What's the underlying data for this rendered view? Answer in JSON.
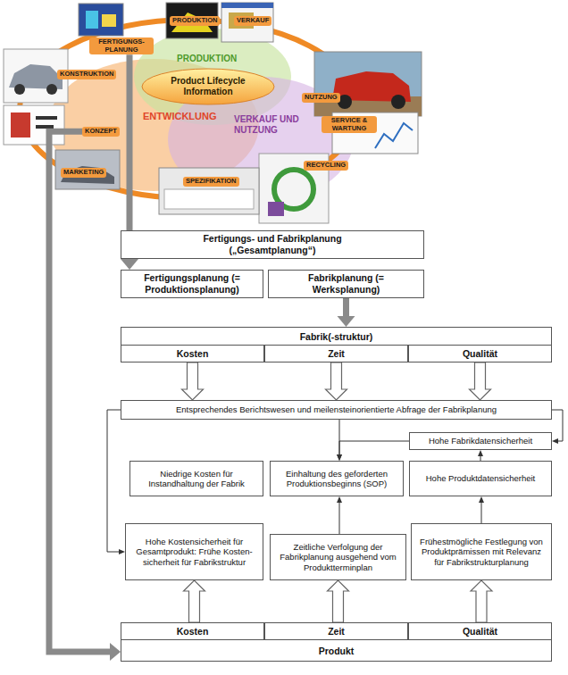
{
  "diagram": {
    "nodes": [
      {
        "text": [
          "FERTIGUNGS-PLANUNG"
        ]
      },
      {
        "text": [
          "PRODUKTION"
        ]
      },
      {
        "text": [
          "VERKAUF"
        ]
      },
      {
        "text": [
          "KONSTRUKTION"
        ]
      },
      {
        "text": [
          "Product Lifecycle Information"
        ]
      },
      {
        "text": [
          "NUTZUNG"
        ]
      },
      {
        "text": [
          "SERVICE & WARTUNG"
        ]
      },
      {
        "text": [
          "KONZEPT"
        ]
      },
      {
        "text": [
          "RECYCLING"
        ]
      },
      {
        "text": [
          "MARKETING"
        ]
      },
      {
        "text": [
          "SPEZIFIKATION"
        ]
      },
      {
        "text": [
          "Fertigungs- und Fabrikplanung („Gesamtplanung“)"
        ]
      },
      {
        "text": [
          "Fertigungsplanung (= Produktionsplanung)"
        ]
      },
      {
        "text": [
          "Fabrikplanung (= Werksplanung)"
        ]
      },
      {
        "text": [
          "Fabrik(-struktur)"
        ]
      },
      {
        "text": [
          "Kosten"
        ],
        "in": 14
      },
      {
        "text": [
          "Zeit"
        ],
        "in": 14
      },
      {
        "text": [
          "Qualität"
        ],
        "in": 14
      },
      {
        "text": [
          "Entsprechendes Berichtswesen und meilensteinorientierte Abfrage der Fabrikplanung"
        ]
      },
      {
        "text": [
          "Hohe Fabrikdatensicherheit"
        ]
      },
      {
        "text": [
          "Niedrige Kosten für Instandhaltung der Fabrik"
        ]
      },
      {
        "text": [
          "Einhaltung des geforderten Produktionsbeginns (SOP)"
        ]
      },
      {
        "text": [
          "Hohe Produktdatensicherheit"
        ]
      },
      {
        "text": [
          "Hohe Kostensicherheit für Gesamtprodukt: Frühe Kosten-sicherheit für Fabrikstruktur"
        ]
      },
      {
        "text": [
          "Zeitliche Verfolgung der Fabrikplanung ausgehend vom Produktterminplan"
        ]
      },
      {
        "text": [
          "Frühestmögliche Festlegung von Produktprämissen mit Relevanz für Fabrikstrukturplanung"
        ]
      },
      {
        "text": [
          "Produkt"
        ]
      },
      {
        "text": [
          "Kosten"
        ],
        "in": 26
      },
      {
        "text": [
          "Zeit"
        ],
        "in": 26
      },
      {
        "text": [
          "Qualität"
        ],
        "in": 26
      }
    ],
    "edges": [
      {
        "from": 0,
        "to": 12,
        "arrow": "to"
      },
      {
        "from": 13,
        "to": 14,
        "arrow": "to"
      },
      {
        "from": 7,
        "to": 26,
        "arrow": "to"
      },
      {
        "from": 15,
        "to": 18,
        "arrow": "to"
      },
      {
        "from": 16,
        "to": 18,
        "arrow": "to"
      },
      {
        "from": 17,
        "to": 18,
        "arrow": "to"
      },
      {
        "from": 18,
        "to": 21,
        "arrow": "to"
      },
      {
        "from": 19,
        "to": 21,
        "arrow": "to"
      },
      {
        "from": 22,
        "to": 19,
        "arrow": "to"
      },
      {
        "from": 24,
        "to": 21,
        "arrow": "to"
      },
      {
        "from": 25,
        "to": 22,
        "arrow": "to"
      },
      {
        "from": 18,
        "to": 23,
        "arrow": "to"
      },
      {
        "from": 18,
        "to": 19,
        "arrow": "to"
      },
      {
        "from": 27,
        "to": 23,
        "arrow": "to"
      },
      {
        "from": 28,
        "to": 24,
        "arrow": "to"
      },
      {
        "from": 29,
        "to": 25,
        "arrow": "to"
      }
    ],
    "labels": [
      "PRODUKTION",
      "ENTWICKLUNG",
      "VERKAUF UND NUTZUNG"
    ]
  }
}
